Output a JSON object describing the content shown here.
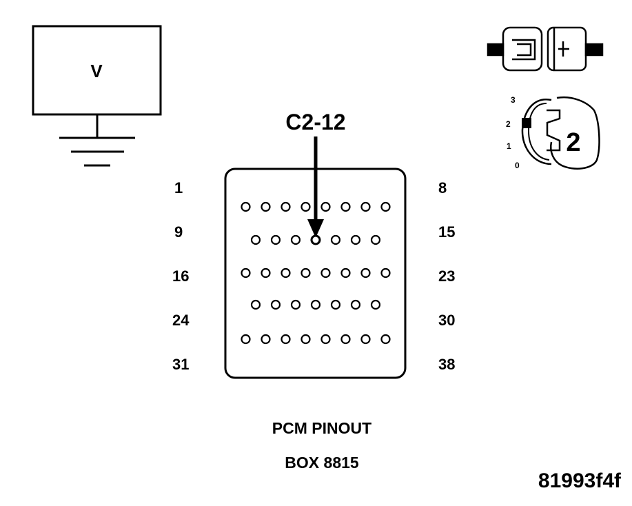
{
  "meter": {
    "label": "V"
  },
  "callout": {
    "label": "C2-12"
  },
  "row_labels": {
    "left": [
      "1",
      "9",
      "16",
      "24",
      "31"
    ],
    "right": [
      "8",
      "15",
      "23",
      "30",
      "38"
    ]
  },
  "pin_rows": [
    {
      "count": 8,
      "first": 1,
      "last": 8
    },
    {
      "count": 7,
      "first": 9,
      "last": 15
    },
    {
      "count": 8,
      "first": 16,
      "last": 23
    },
    {
      "count": 7,
      "first": 24,
      "last": 30
    },
    {
      "count": 8,
      "first": 31,
      "last": 38
    }
  ],
  "highlighted_pin": 12,
  "caption": {
    "line1": "PCM PINOUT",
    "line2": "BOX 8815"
  },
  "figure_id": "81993f4f",
  "ignition": {
    "positions": [
      "3",
      "2",
      "1",
      "0"
    ],
    "selected": "2",
    "key_label": "2"
  },
  "icons": [
    "voltmeter-icon",
    "ground-symbol-icon",
    "connector-disconnect-icon",
    "ignition-key-icon"
  ]
}
